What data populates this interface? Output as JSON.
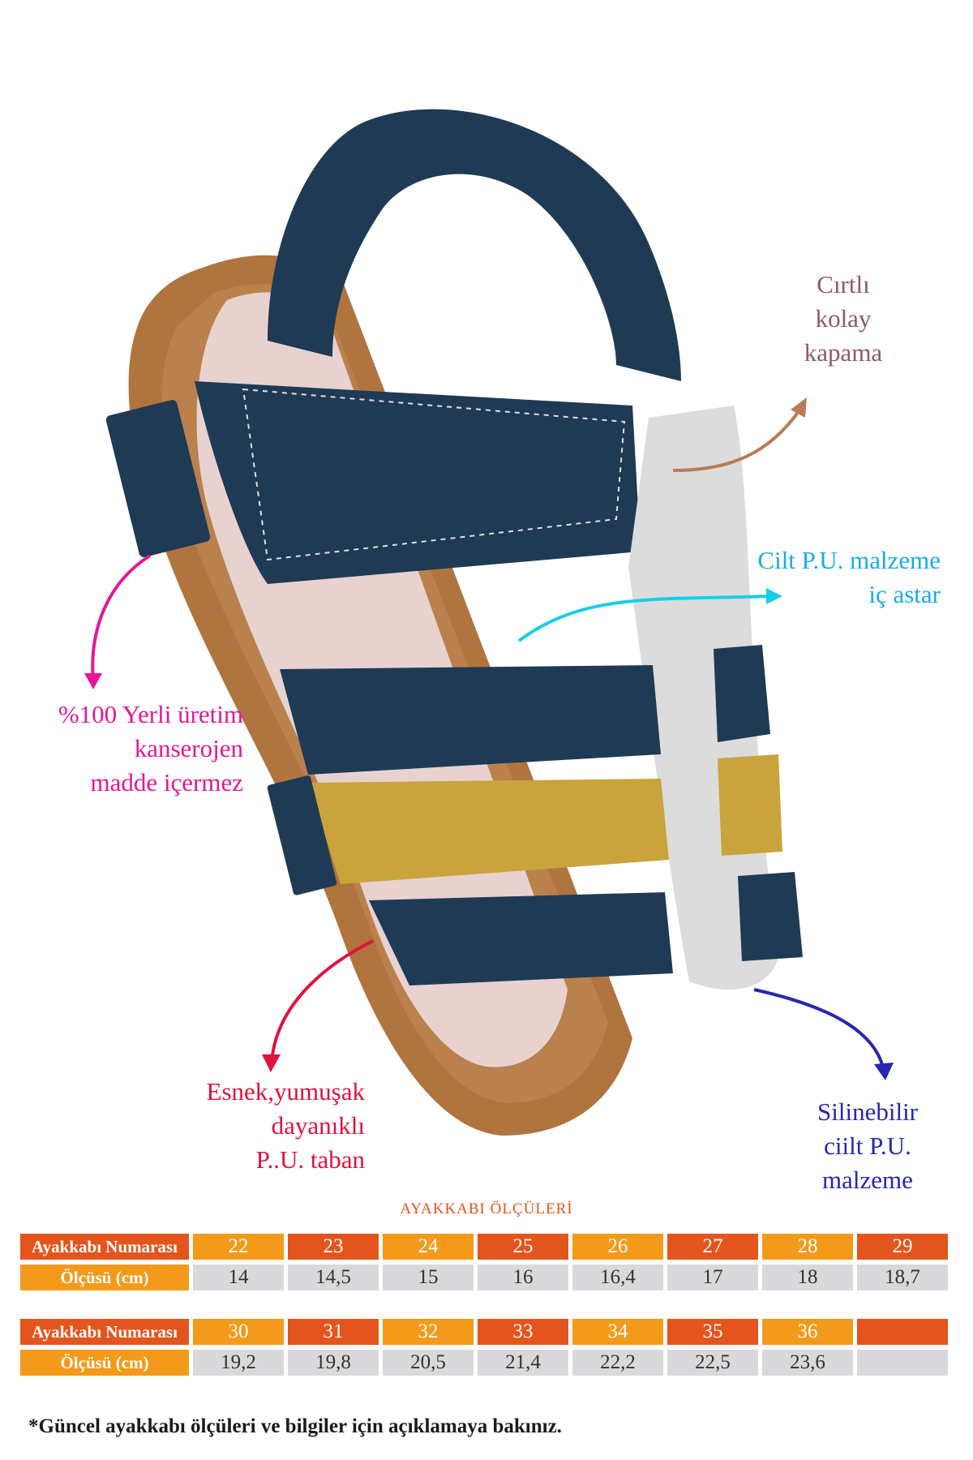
{
  "callouts": {
    "velcro": [
      "Cırtlı",
      "kolay",
      "kapama"
    ],
    "lining": [
      "Cilt P.U. malzeme",
      "iç astar"
    ],
    "local": [
      "%100 Yerli üretim",
      "kanserojen",
      "madde içermez"
    ],
    "sole": [
      "Esnek,yumuşak",
      "dayanıklı",
      "P..U. taban"
    ],
    "wipe": [
      "Silinebilir",
      "ciilt  P.U.",
      "malzeme"
    ]
  },
  "size_chart": {
    "title": "AYAKKABI ÖLÇÜLERİ",
    "number_label": "Ayakkabı Numarası",
    "cm_label": "Ölçüsü (cm)",
    "table1": {
      "numbers": [
        "22",
        "23",
        "24",
        "25",
        "26",
        "27",
        "28",
        "29"
      ],
      "cm": [
        "14",
        "14,5",
        "15",
        "16",
        "16,4",
        "17",
        "18",
        "18,7"
      ]
    },
    "table2": {
      "numbers": [
        "30",
        "31",
        "32",
        "33",
        "34",
        "35",
        "36",
        ""
      ],
      "cm": [
        "19,2",
        "19,8",
        "20,5",
        "21,4",
        "22,2",
        "22,5",
        "23,6",
        ""
      ]
    }
  },
  "footnote": "*Güncel ayakkabı ölçüleri ve bilgiler için açıklamaya bakınız.",
  "colors": {
    "navy": "#1f3a55",
    "mustard": "#c9a43c",
    "grey_strap": "#dcdcdc",
    "sole": "#b0743f",
    "accent_orange": "#e4551d",
    "accent_amber": "#f39a1b"
  }
}
